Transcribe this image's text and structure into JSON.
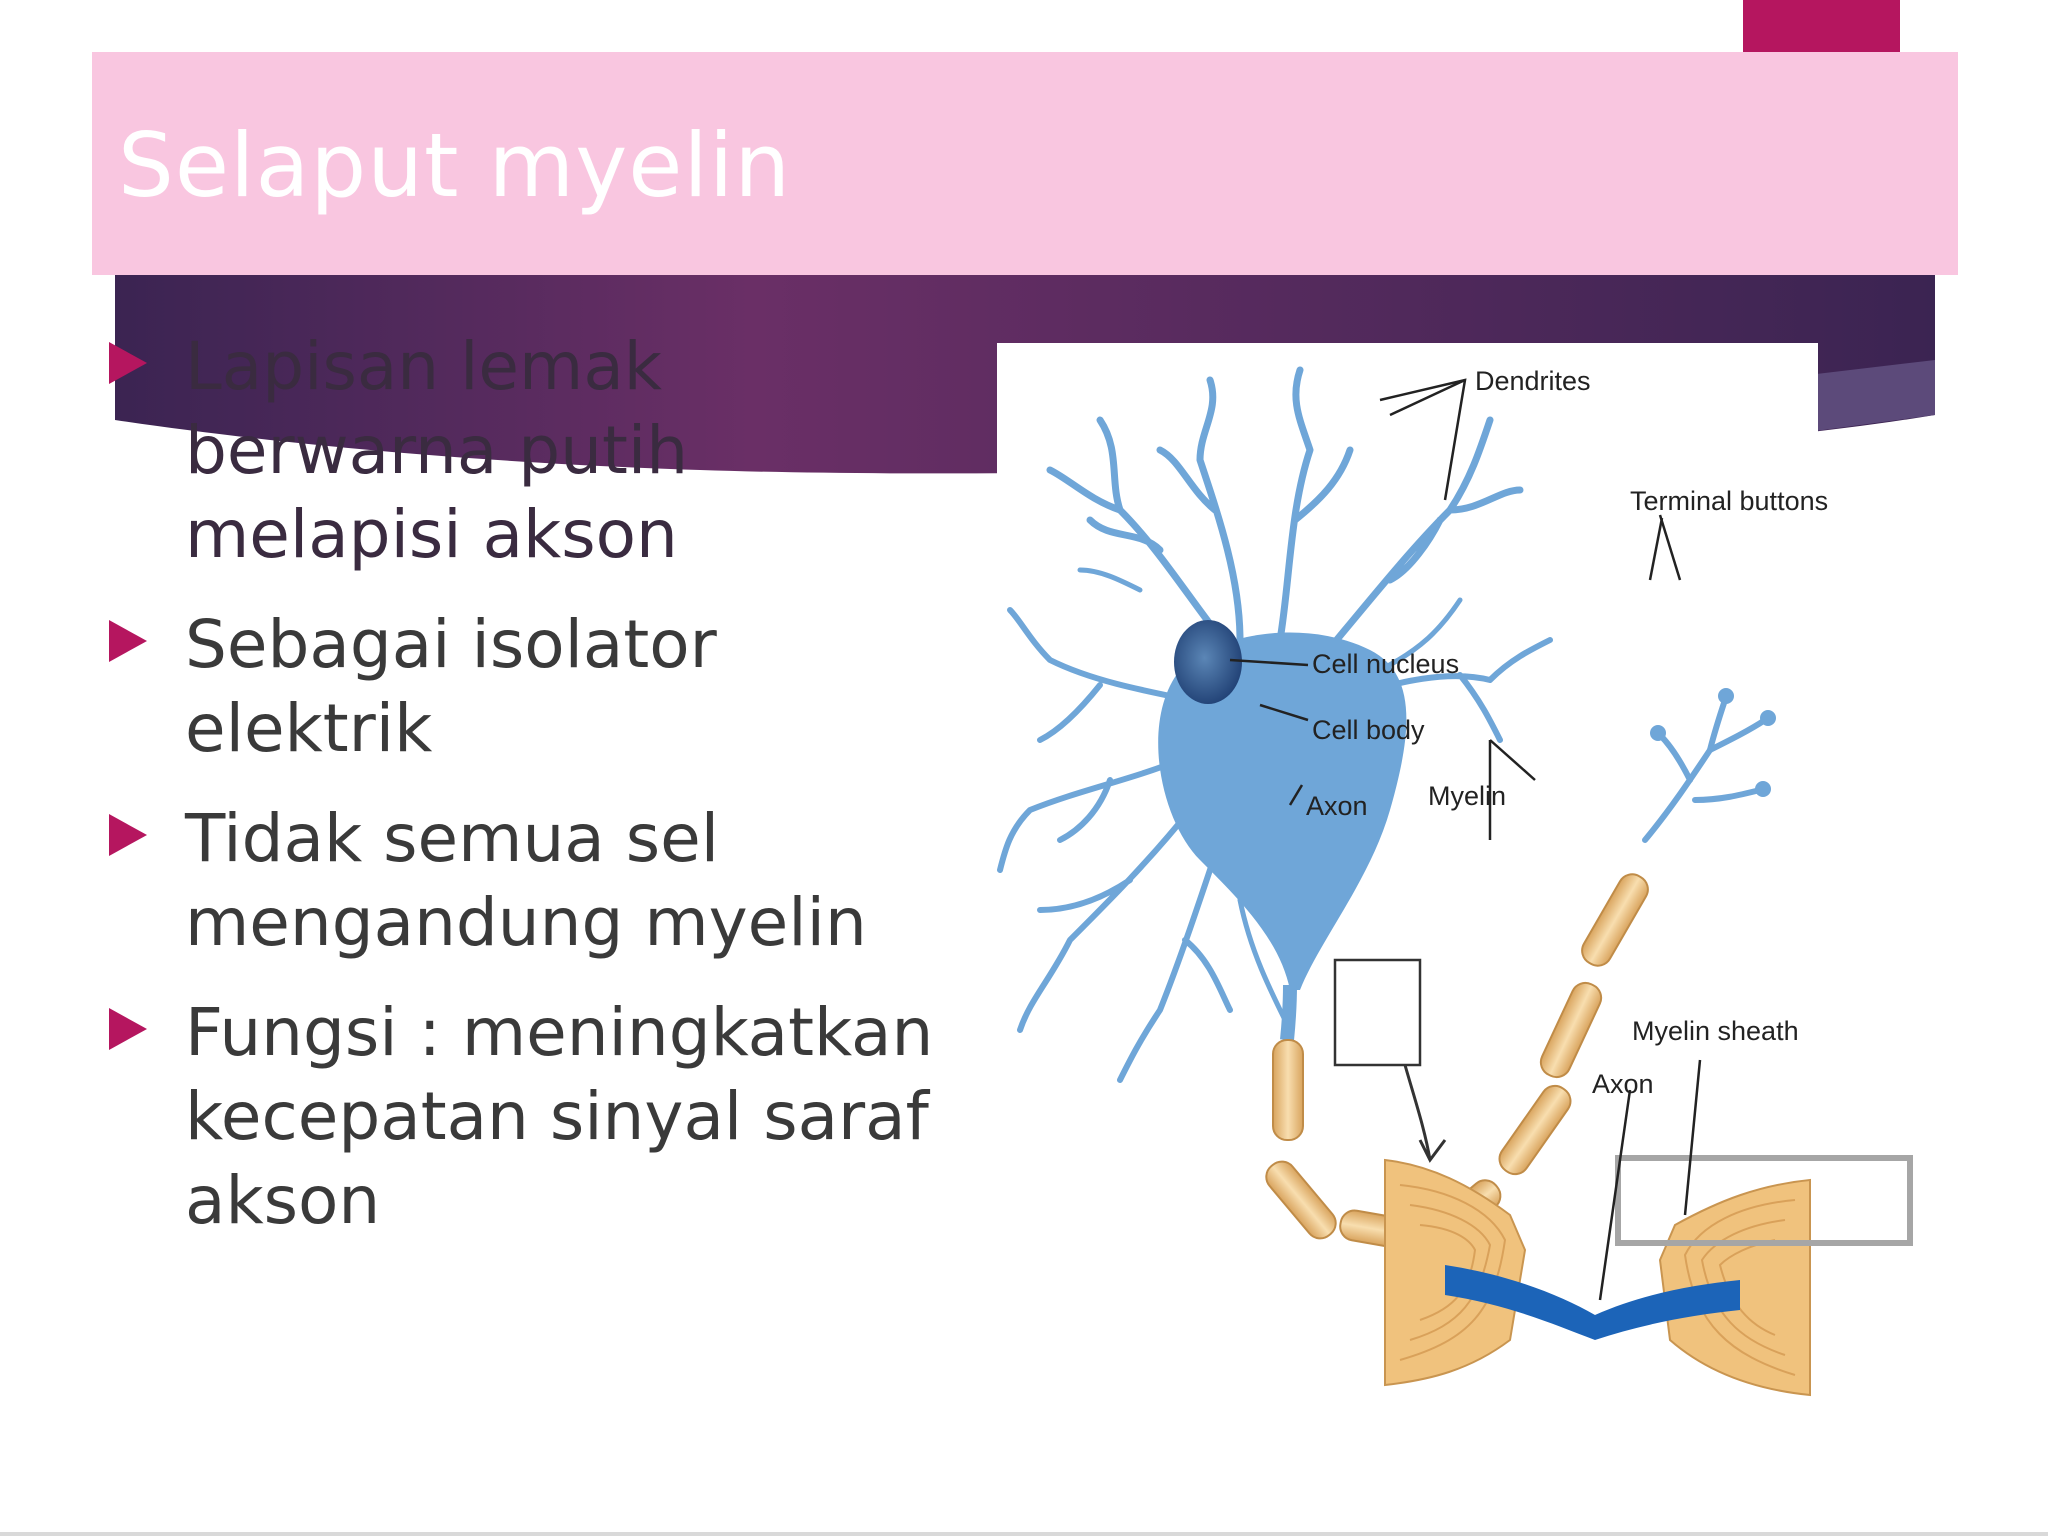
{
  "slide": {
    "title": "Selaput myelin",
    "bullets": [
      "Lapisan lemak berwarna putih melapisi akson",
      "Sebagai isolator elektrik",
      "Tidak semua sel mengandung myelin",
      "Fungsi : meningkatkan kecepatan sinyal saraf akson"
    ]
  },
  "diagram": {
    "labels": {
      "dendrites": "Dendrites",
      "terminal_buttons": "Terminal buttons",
      "cell_nucleus": "Cell nucleus",
      "cell_body": "Cell body",
      "axon": "Axon",
      "myelin": "Myelin",
      "myelin_sheath": "Myelin sheath",
      "axon_detail": "Axon"
    }
  },
  "colors": {
    "accent": "#b5165f",
    "title_bar": "#f9c6e0",
    "band_dark": "#3b2452",
    "band_mid": "#6a2f66",
    "neuron_blue": "#6fa6d8",
    "myelin_tan": "#f1c988",
    "axon_blue": "#1c64b8"
  }
}
